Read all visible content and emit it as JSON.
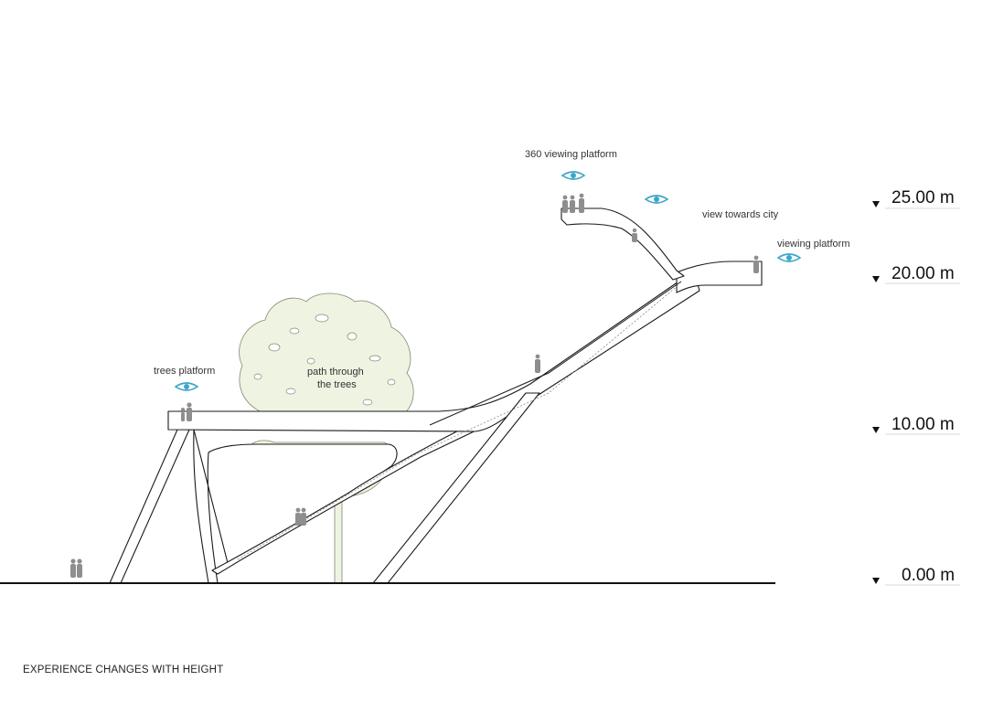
{
  "caption": "EXPERIENCE CHANGES WITH HEIGHT",
  "labels": {
    "viewing_360": "360 viewing platform",
    "view_city": "view towards city",
    "viewing_platform": "viewing platform",
    "trees_platform": "trees platform",
    "path_line1": "path through",
    "path_line2": "the trees"
  },
  "levels": [
    {
      "label": "25.00 m",
      "value": 25
    },
    {
      "label": "20.00 m",
      "value": 20
    },
    {
      "label": "10.00 m",
      "value": 10
    },
    {
      "label": "0.00 m",
      "value": 0
    }
  ],
  "icons": {
    "eye": "eye-icon",
    "person": "person-silhouette",
    "level_marker": "triangle-down-icon"
  },
  "colors": {
    "eye_accent": "#3aa6c9",
    "tree_fill": "#eef3e2",
    "people": "#8e8e8e",
    "ink": "#1a1a1a"
  }
}
